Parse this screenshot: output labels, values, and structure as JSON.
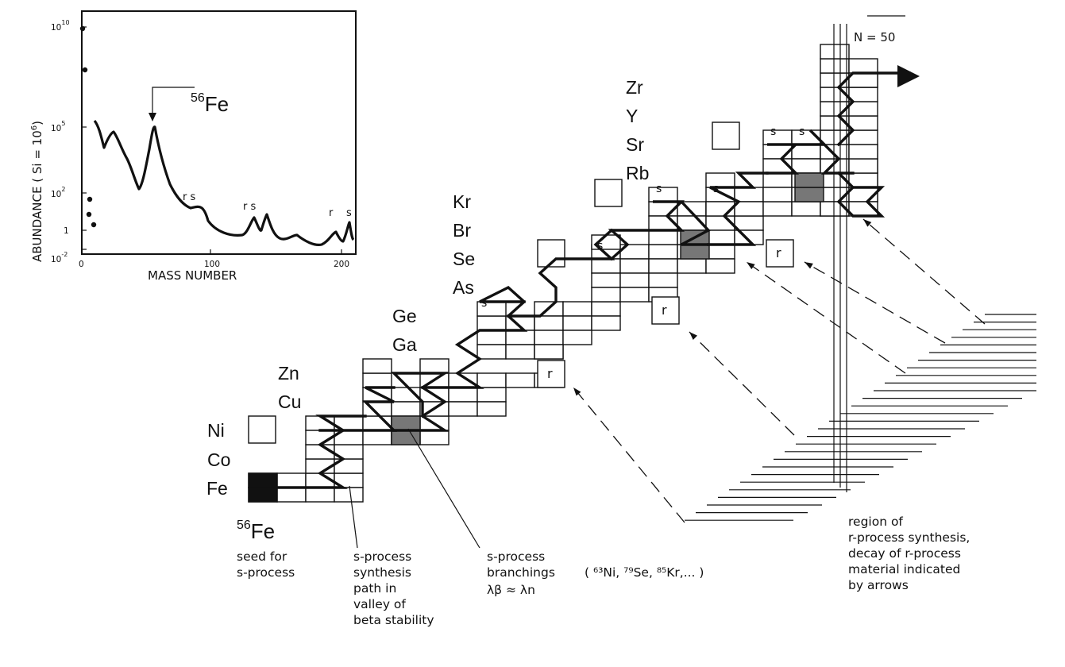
{
  "inset": {
    "y_axis_label": "ABUNDANCE ( Si = 10",
    "y_axis_label_sup": "6",
    "y_axis_label_end": ")",
    "x_axis_label": "MASS NUMBER",
    "x_ticks": [
      "0",
      "100",
      "200"
    ],
    "y_ticks": {
      "t1_base": "10",
      "t1_exp": "10",
      "t2_base": "10",
      "t2_exp": "5",
      "t3_base": "10",
      "t3_exp": "2",
      "t4": "1",
      "t5_base": "10",
      "t5_exp": "-2"
    },
    "fe_label": "Fe",
    "fe_mass": "56",
    "peak_labels": [
      "r s",
      "r s",
      "r",
      "s"
    ]
  },
  "elements": {
    "fe": "Fe",
    "co": "Co",
    "ni": "Ni",
    "cu": "Cu",
    "zn": "Zn",
    "ga": "Ga",
    "ge": "Ge",
    "as": "As",
    "se": "Se",
    "br": "Br",
    "kr": "Kr",
    "rb": "Rb",
    "sr": "Sr",
    "y": "Y",
    "zr": "Zr"
  },
  "cell_markers": {
    "s": "s",
    "r": "r"
  },
  "magic_number_label": "N = 50",
  "seed": {
    "mass": "56",
    "symbol": "Fe",
    "caption": [
      "seed for",
      "s-process"
    ]
  },
  "captions": {
    "path": [
      "s-process",
      "synthesis",
      "path in",
      "valley of",
      "beta  stability"
    ],
    "branch": [
      "s-process",
      "branchings"
    ],
    "branch_isotopes": "( ⁶³Ni, ⁷⁹Se, ⁸⁵Kr,... )",
    "branch_condition": "λβ ≈ λn",
    "rprocess": [
      "region of",
      "r-process synthesis,",
      "decay of r-process",
      "material indicated",
      "by arrows"
    ]
  }
}
